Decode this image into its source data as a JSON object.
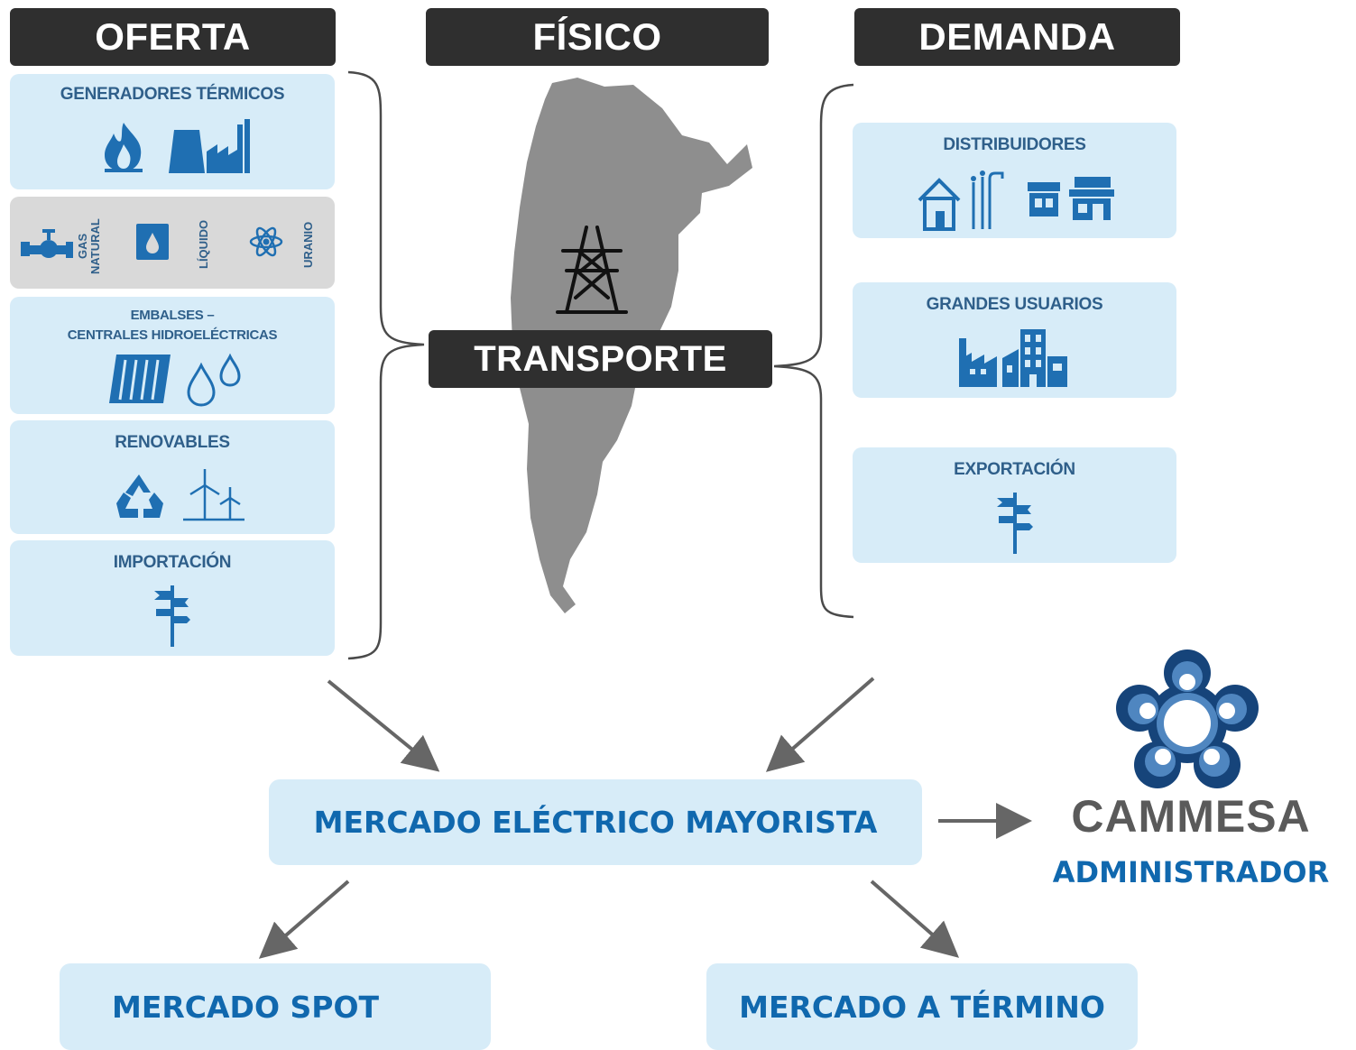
{
  "headers": {
    "oferta": "OFERTA",
    "fisico": "FÍSICO",
    "demanda": "DEMANDA"
  },
  "supply": {
    "thermal": "GENERADORES TÉRMICOS",
    "fuels": {
      "gas": "GAS NATURAL",
      "liquid": "LÍQUIDO",
      "uranium": "URANIO"
    },
    "hydro_line1": "EMBALSES –",
    "hydro_line2": "CENTRALES HIDROELÉCTRICAS",
    "renewables": "RENOVABLES",
    "import": "IMPORTACIÓN"
  },
  "transport": "TRANSPORTE",
  "demand": {
    "distributors": "DISTRIBUIDORES",
    "large_users": "GRANDES USUARIOS",
    "export": "EXPORTACIÓN"
  },
  "market": {
    "wholesale": "MERCADO ELÉCTRICO MAYORISTA",
    "spot": "MERCADO SPOT",
    "term": "MERCADO A TÉRMINO"
  },
  "administrator": {
    "name": "CAMMESA",
    "role": "ADMINISTRADOR"
  },
  "colors": {
    "card": "#d7ecf8",
    "icon": "#1f6fb2",
    "label": "#2f5f8a",
    "market_text": "#1068ae",
    "header": "#2f2f2f",
    "map": "#8e8e8e",
    "arrow": "#666666"
  }
}
